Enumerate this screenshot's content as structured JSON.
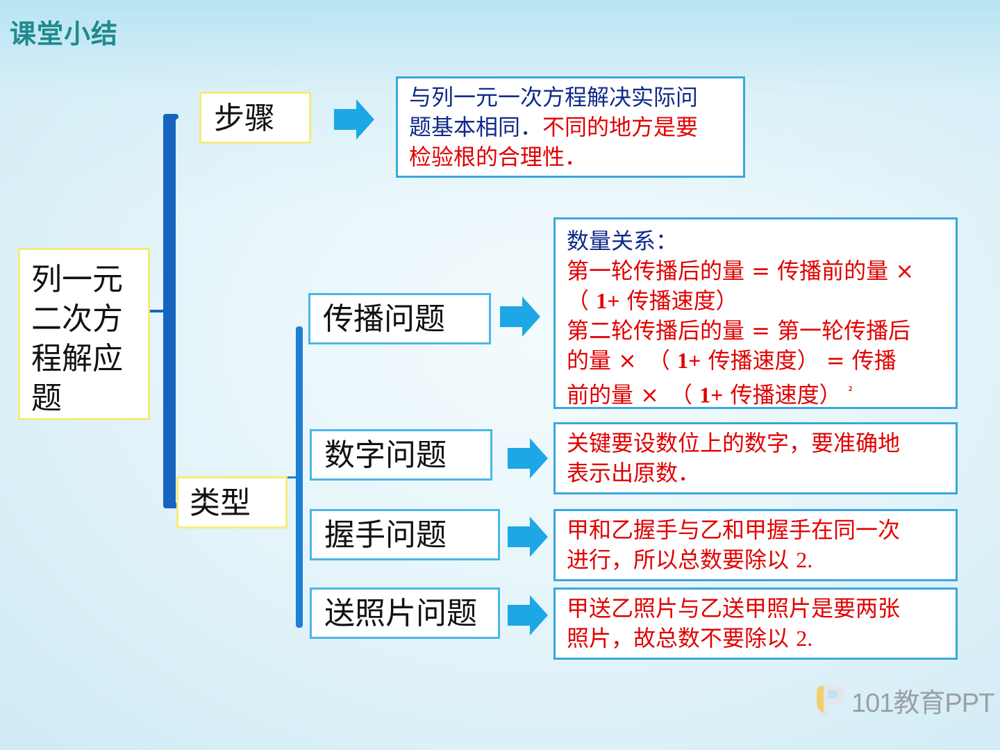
{
  "slide_title": "课堂小结",
  "root": {
    "line1": "列一元",
    "line2": "二次方",
    "line3": "程解应",
    "line4": "题"
  },
  "steps": {
    "label": "步骤",
    "desc_line1": "与列一元一次方程解决实际问",
    "desc_line2_a": "题基本相同．",
    "desc_line2_b": "不同的地方是要",
    "desc_line3": "检验根的合理性．"
  },
  "types": {
    "label": "类型",
    "items": [
      {
        "label": "传播问题"
      },
      {
        "label": "数字问题"
      },
      {
        "label": "握手问题"
      },
      {
        "label": "送照片问题"
      }
    ]
  },
  "spread": {
    "heading": "数量关系：",
    "l1": "第一轮传播后的量 = 传播前的量 ×",
    "l2a": "（ ",
    "l2b": "1+",
    "l2c": " 传播速度）",
    "l3": "第二轮传播后的量 = 第一轮传播后",
    "l4a": "的量 ×　（ ",
    "l4b": "1+",
    "l4c": " 传播速度） = 传播",
    "l5a": "前的量 ×　（ ",
    "l5b": "1+",
    "l5c": " 传播速度） ",
    "l5d": "²"
  },
  "number_desc": {
    "l1": "关键要设数位上的数字，要准确地",
    "l2": "表示出原数．"
  },
  "handshake_desc": {
    "l1": "甲和乙握手与乙和甲握手在同一次",
    "l2a": "进行，所以总数要除以 ",
    "l2b": "2."
  },
  "photo_desc": {
    "l1": "甲送乙照片与乙送甲照片是要两张",
    "l2a": "照片，故总数不要除以 ",
    "l2b": "2."
  },
  "logo": {
    "text": "101教育PPT"
  },
  "colors": {
    "title": "#1f8a8c",
    "dark_text": "#0f2a88",
    "red_text": "#e00000",
    "arrow": "#1ea7e6",
    "bar": "#1565c0",
    "yellow_border": "#f4ec7a",
    "blue_border": "#3aa6de"
  }
}
